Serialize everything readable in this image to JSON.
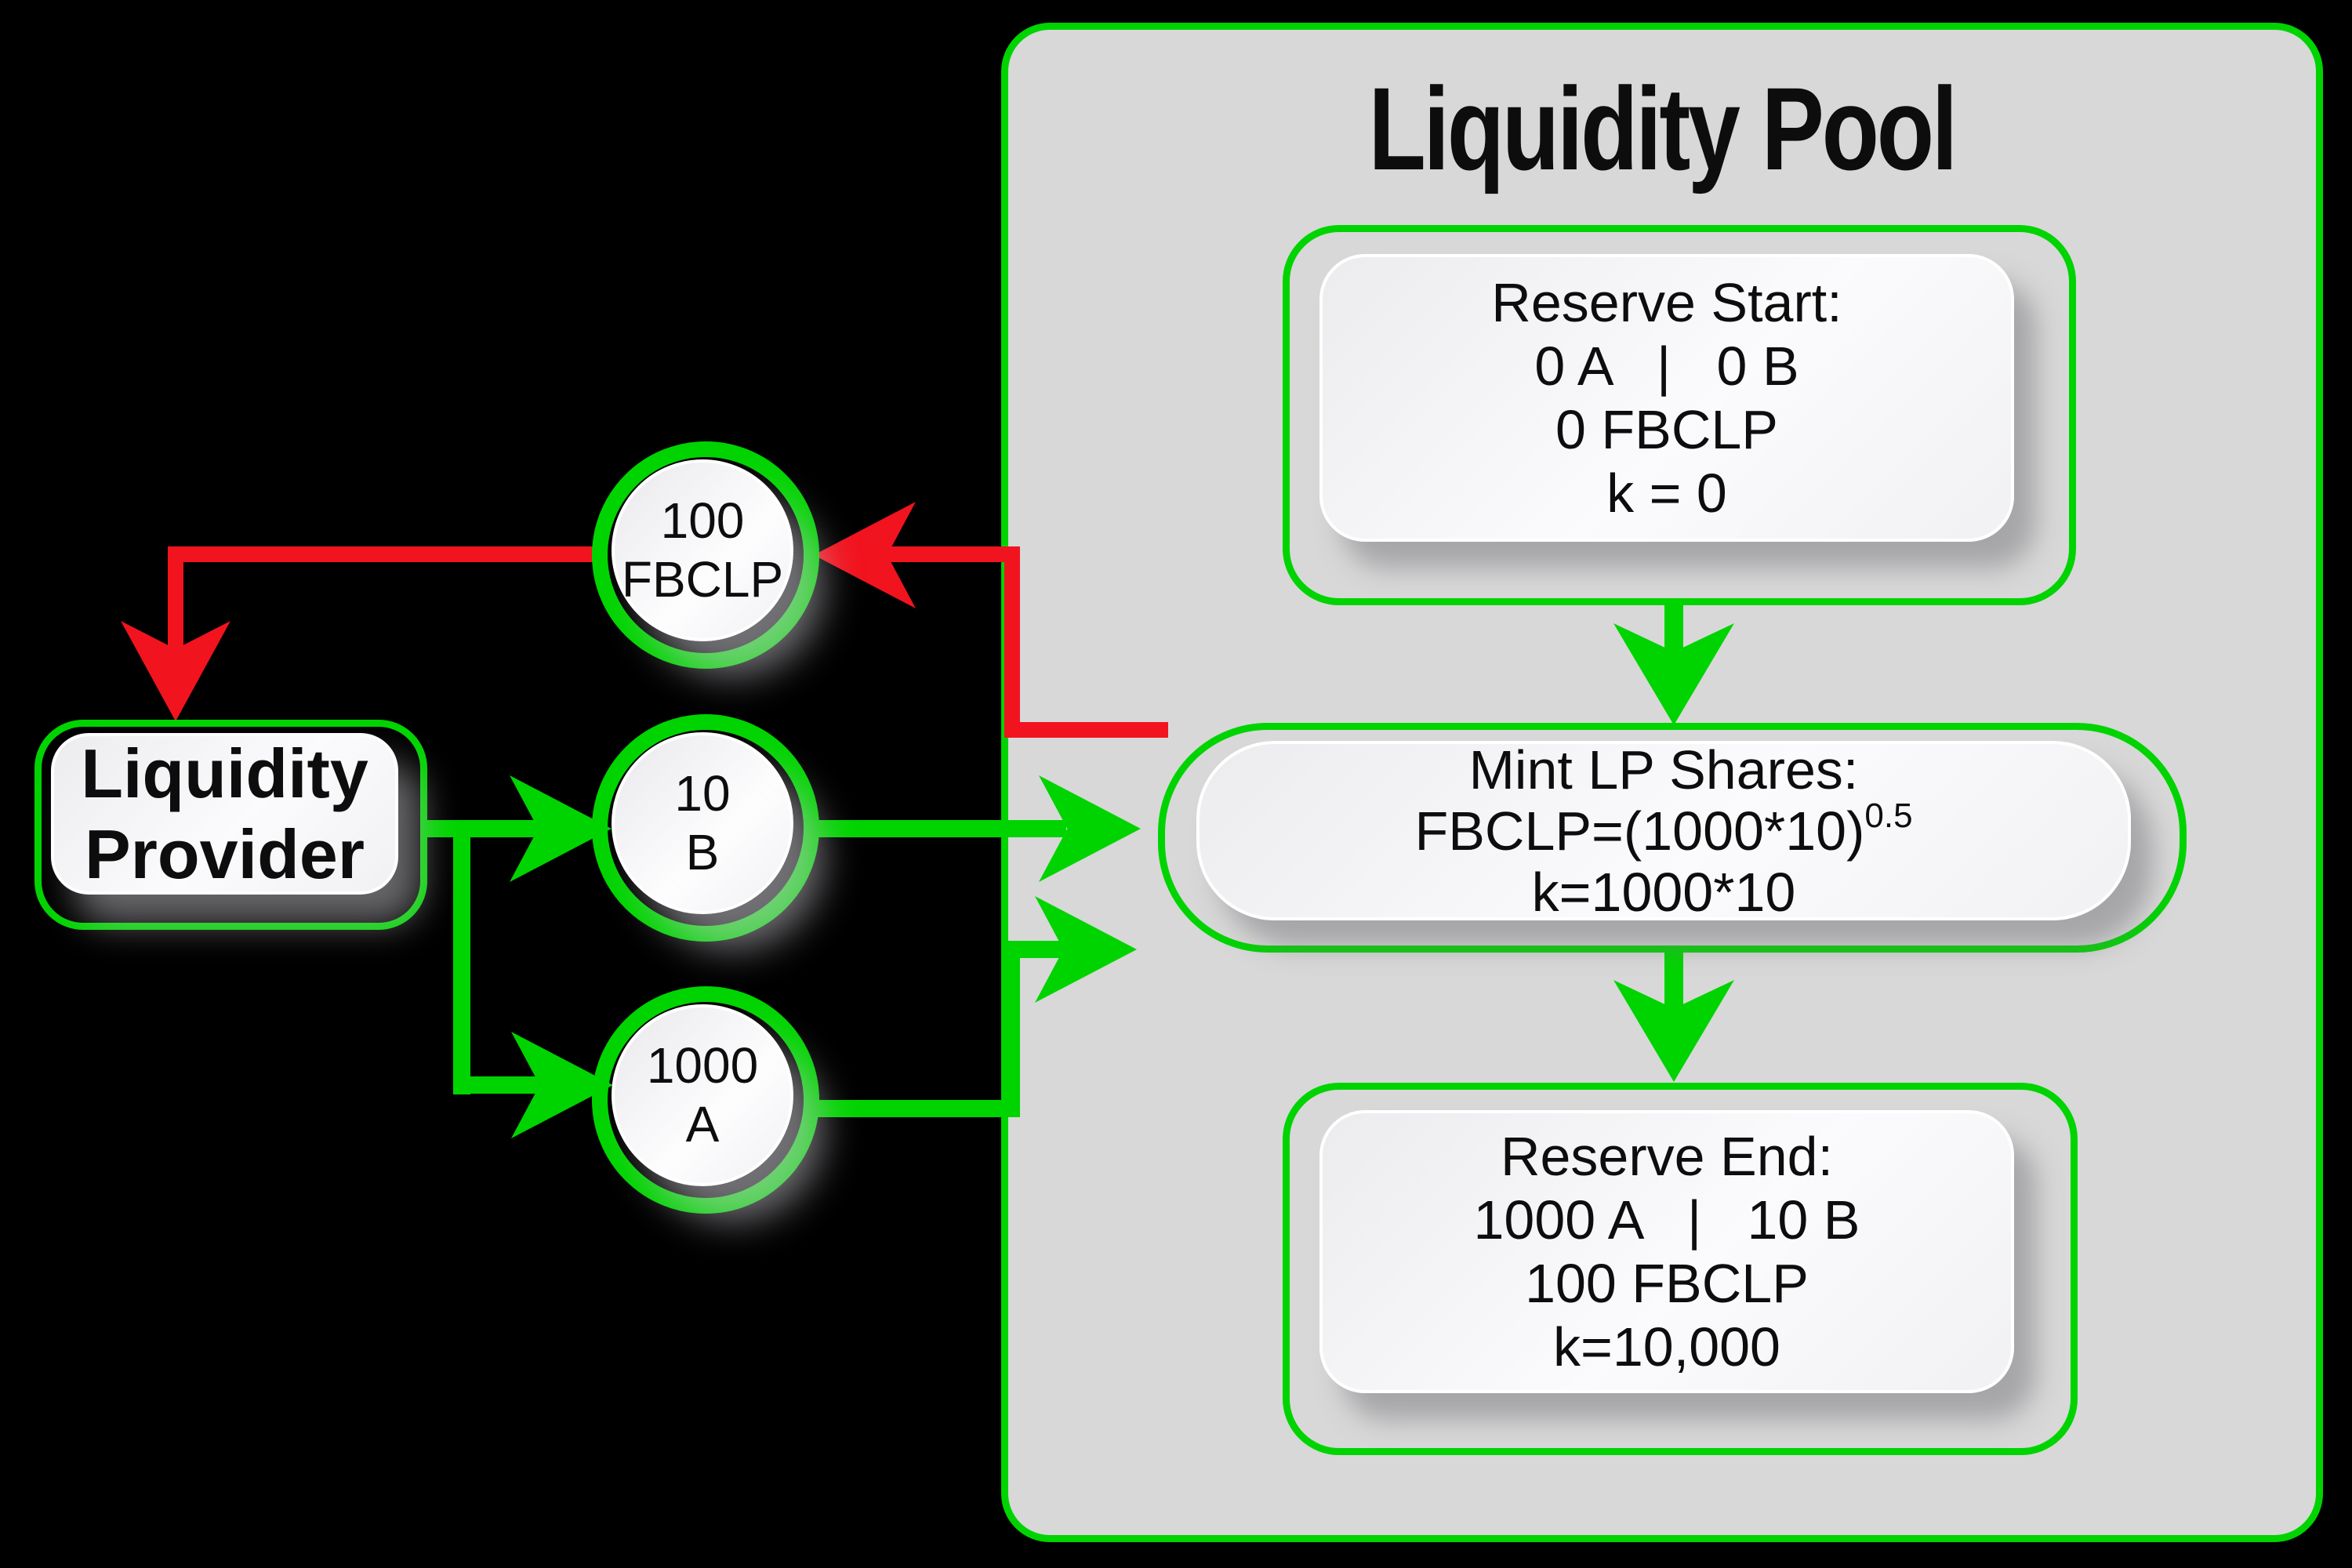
{
  "title": "Liquidity Pool",
  "reserve_start": {
    "l1": "Reserve Start:",
    "l2": "0 A   |   0 B",
    "l3": "0 FBCLP",
    "l4": "k = 0"
  },
  "mint": {
    "l1": "Mint LP Shares:",
    "formula_base": "FBCLP=(1000*10)",
    "formula_exp": "0.5",
    "l3": "k=1000*10"
  },
  "reserve_end": {
    "l1": "Reserve End:",
    "l2": "1000 A   |   10 B",
    "l3": "100 FBCLP",
    "l4": "k=10,000"
  },
  "provider": {
    "l1": "Liquidity",
    "l2": "Provider"
  },
  "token_fbclp": {
    "amount": "100",
    "symbol": "FBCLP"
  },
  "token_b": {
    "amount": "10",
    "symbol": "B"
  },
  "token_a": {
    "amount": "1000",
    "symbol": "A"
  },
  "colors": {
    "green": "#00d400",
    "red": "#f1141f",
    "panel_bg": "#d8d8d8",
    "background": "#000000"
  },
  "flows": [
    {
      "from": "liquidity-provider",
      "to": "token-b",
      "color": "green"
    },
    {
      "from": "liquidity-provider",
      "to": "token-a",
      "color": "green"
    },
    {
      "from": "token-b",
      "to": "mint-lp-shares",
      "color": "green"
    },
    {
      "from": "token-a",
      "to": "mint-lp-shares",
      "color": "green"
    },
    {
      "from": "reserve-start",
      "to": "mint-lp-shares",
      "color": "green"
    },
    {
      "from": "mint-lp-shares",
      "to": "reserve-end",
      "color": "green"
    },
    {
      "from": "mint-lp-shares",
      "to": "token-fbclp",
      "color": "red"
    },
    {
      "from": "token-fbclp",
      "to": "liquidity-provider",
      "color": "red"
    }
  ]
}
